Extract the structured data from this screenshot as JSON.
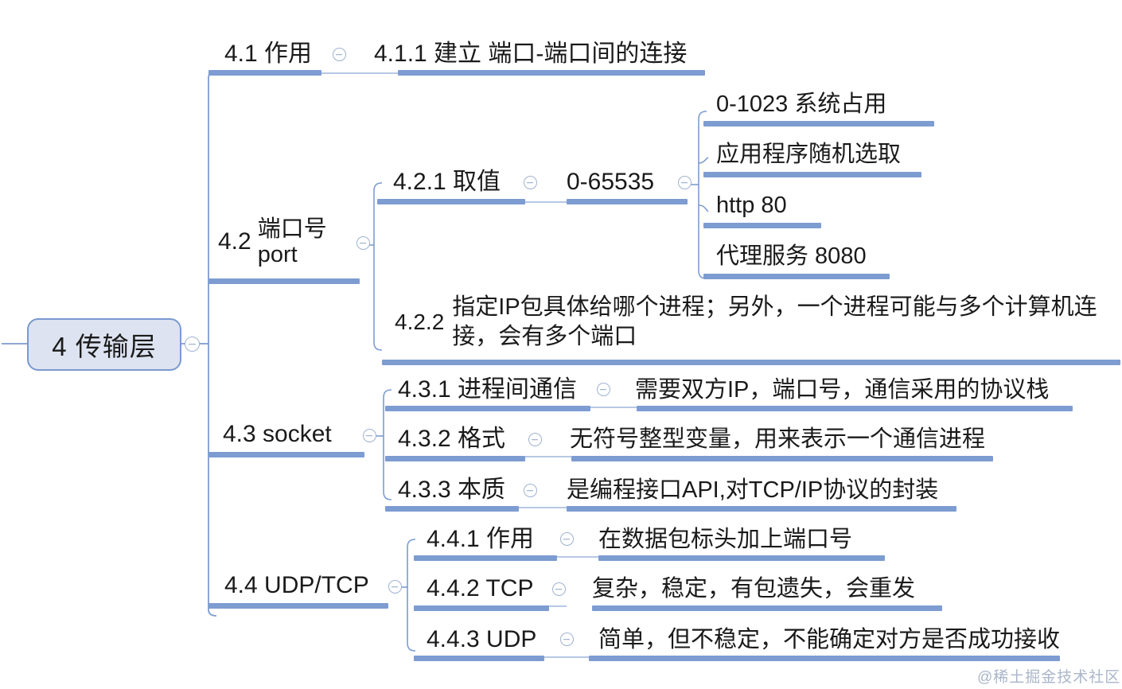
{
  "diagram": {
    "type": "mindmap",
    "title": "4 传输层",
    "root": {
      "label": "4 传输层",
      "toggle": "collapse-toggle"
    },
    "accent_color": "#7d9cd1",
    "root_fill": "#dde3f0",
    "root_border": "#7a9ad0",
    "text_color": "#1a1a1a",
    "branches": [
      {
        "id": "4.1",
        "label": "4.1 作用",
        "children": [
          {
            "id": "4.1.1",
            "label": "4.1.1 建立 端口-端口间的连接"
          }
        ]
      },
      {
        "id": "4.2",
        "num": "4.2",
        "line1": "端口号",
        "line2": "port",
        "children": [
          {
            "id": "4.2.1",
            "label": "4.2.1 取值",
            "value": "0-65535",
            "leaves": [
              "0-1023 系统占用",
              "应用程序随机选取",
              "http 80",
              "代理服务 8080"
            ]
          },
          {
            "id": "4.2.2",
            "num": "4.2.2",
            "text": "指定IP包具体给哪个进程；另外，一个进程可能与多个计算机连接，会有多个端口"
          }
        ]
      },
      {
        "id": "4.3",
        "label": "4.3 socket",
        "children": [
          {
            "id": "4.3.1",
            "label": "4.3.1 进程间通信",
            "value": "需要双方IP，端口号，通信采用的协议栈"
          },
          {
            "id": "4.3.2",
            "label": "4.3.2 格式",
            "value": "无符号整型变量，用来表示一个通信进程"
          },
          {
            "id": "4.3.3",
            "label": "4.3.3 本质",
            "value": "是编程接口API,对TCP/IP协议的封装"
          }
        ]
      },
      {
        "id": "4.4",
        "label": "4.4 UDP/TCP",
        "children": [
          {
            "id": "4.4.1",
            "label": "4.4.1 作用",
            "value": "在数据包标头加上端口号"
          },
          {
            "id": "4.4.2",
            "label": "4.4.2 TCP",
            "value": "复杂，稳定，有包遗失，会重发"
          },
          {
            "id": "4.4.3",
            "label": "4.4.3 UDP",
            "value": "简单，但不稳定，不能确定对方是否成功接收"
          }
        ]
      }
    ]
  },
  "watermark": {
    "text": "@稀土掘金技术社区"
  }
}
